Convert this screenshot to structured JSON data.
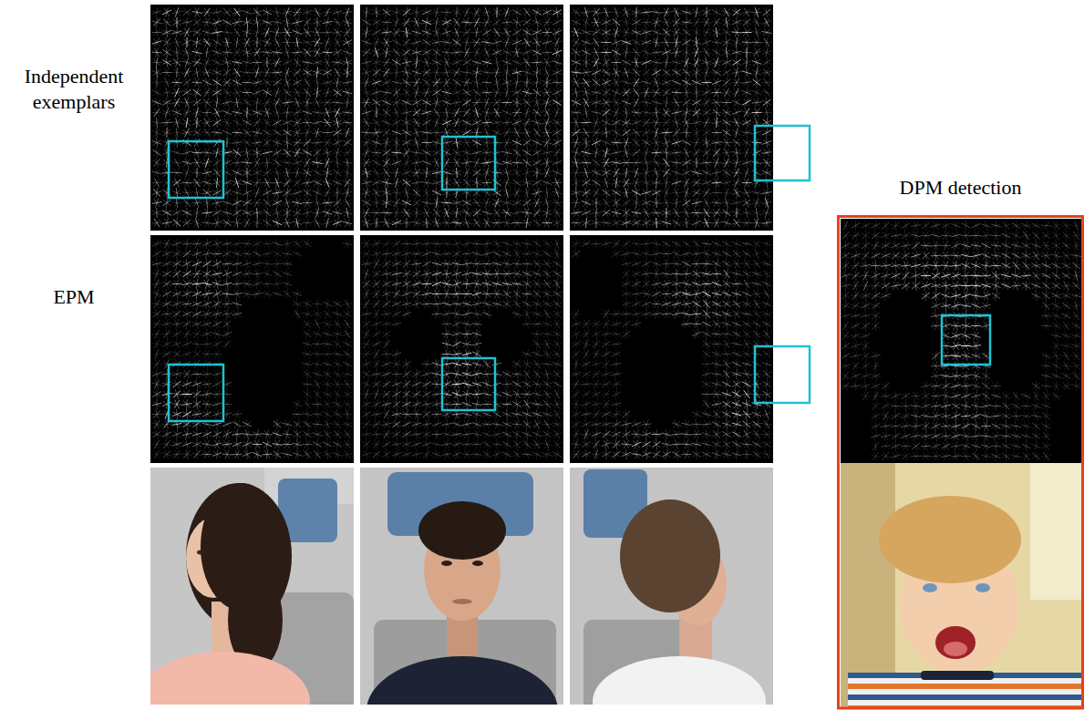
{
  "diagram": {
    "labels": [
      "Independent exemplars",
      "EPM",
      "DPM detection"
    ]
  }
}
